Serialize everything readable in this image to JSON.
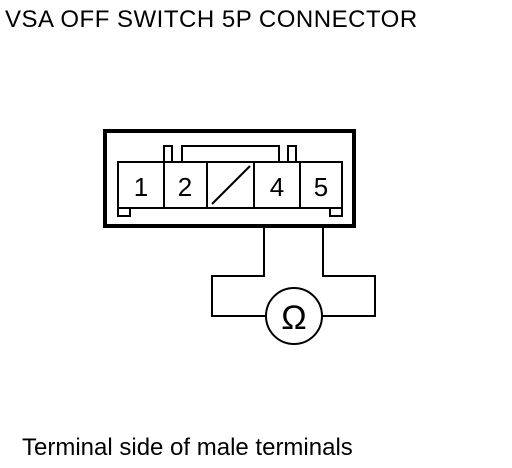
{
  "title": "VSA OFF SWITCH 5P CONNECTOR",
  "caption": "Terminal side of male terminals",
  "connector": {
    "terminals": [
      "1",
      "2",
      "",
      "4",
      "5"
    ],
    "blank_terminal_index": 2
  },
  "meter": {
    "symbol": "Ω"
  }
}
